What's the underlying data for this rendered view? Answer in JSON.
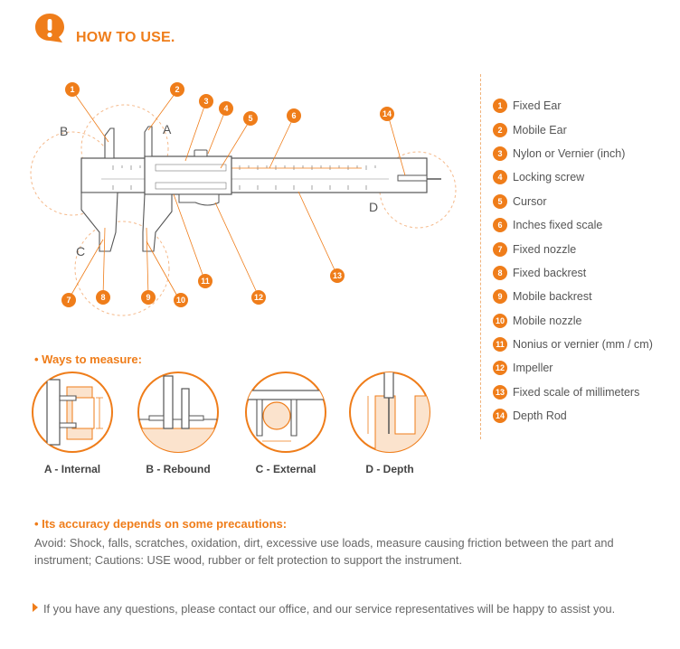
{
  "header": {
    "title": "HOW TO USE."
  },
  "diagram": {
    "zone_labels": [
      "A",
      "B",
      "C",
      "D"
    ],
    "callouts": [
      "1",
      "2",
      "3",
      "4",
      "5",
      "6",
      "7",
      "8",
      "9",
      "10",
      "11",
      "12",
      "13",
      "14"
    ]
  },
  "legend": {
    "items": [
      {
        "num": "1",
        "label": "Fixed Ear"
      },
      {
        "num": "2",
        "label": "Mobile Ear"
      },
      {
        "num": "3",
        "label": "Nylon or Vernier (inch)"
      },
      {
        "num": "4",
        "label": "Locking screw"
      },
      {
        "num": "5",
        "label": "Cursor"
      },
      {
        "num": "6",
        "label": "Inches fixed scale"
      },
      {
        "num": "7",
        "label": "Fixed nozzle"
      },
      {
        "num": "8",
        "label": "Fixed backrest"
      },
      {
        "num": "9",
        "label": "Mobile backrest"
      },
      {
        "num": "10",
        "label": "Mobile nozzle"
      },
      {
        "num": "11",
        "label": "Nonius or vernier (mm / cm)"
      },
      {
        "num": "12",
        "label": "Impeller"
      },
      {
        "num": "13",
        "label": "Fixed scale of millimeters"
      },
      {
        "num": "14",
        "label": "Depth Rod"
      }
    ]
  },
  "ways": {
    "title": "• Ways to measure:",
    "items": [
      {
        "label": "A - Internal"
      },
      {
        "label": "B - Rebound"
      },
      {
        "label": "C - External"
      },
      {
        "label": "D - Depth"
      }
    ]
  },
  "precautions": {
    "title": "• Its accuracy depends on some precautions:",
    "text": "Avoid: Shock, falls, scratches, oxidation, dirt, excessive use loads, measure causing friction between the part and instrument; Cautions: USE wood, rubber or felt protection to support the instrument."
  },
  "contact": {
    "text": "If you have any questions, please contact our office, and our service representatives will be happy to assist you."
  },
  "colors": {
    "accent": "#ef7d1a",
    "dashed": "#f5b98a",
    "text": "#555555"
  },
  "icons": {
    "header": "exclamation-bubble-icon",
    "contact": "triangle-arrow-icon"
  }
}
